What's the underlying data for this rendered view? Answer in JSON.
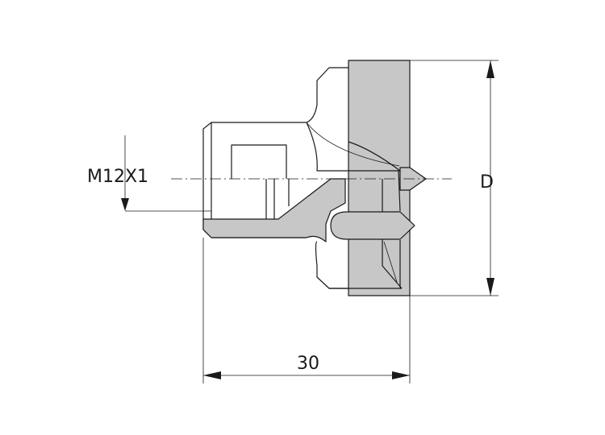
{
  "drawing": {
    "thread_label": "M12X1",
    "length_label": "30",
    "diameter_label": "D"
  },
  "colors": {
    "line": "#1a1a1a",
    "section_fill": "#c7c7c7",
    "background": "#ffffff"
  }
}
